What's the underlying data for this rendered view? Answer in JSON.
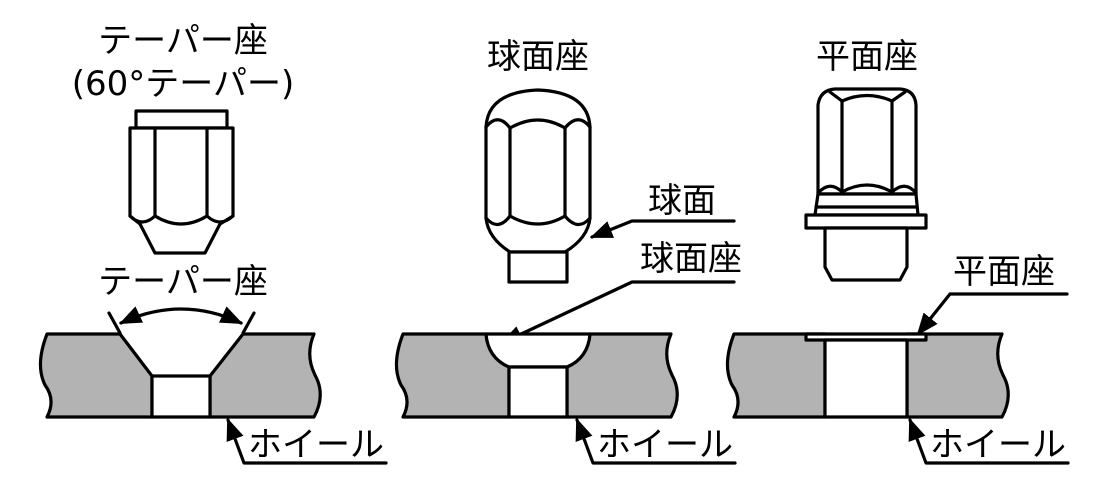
{
  "colors": {
    "wheel_fill": "#b3b3b3",
    "line": "#000000",
    "background": "#ffffff"
  },
  "panels": [
    {
      "id": "taper",
      "title_line1": "テーパー座",
      "title_line2": "(60°テーパー)",
      "seat_label": "テーパー座",
      "wheel_label": "ホイール"
    },
    {
      "id": "spherical",
      "title_line1": "球面座",
      "surface_label": "球面",
      "seat_label": "球面座",
      "wheel_label": "ホイール"
    },
    {
      "id": "flat",
      "title_line1": "平面座",
      "seat_label": "平面座",
      "wheel_label": "ホイール"
    }
  ]
}
